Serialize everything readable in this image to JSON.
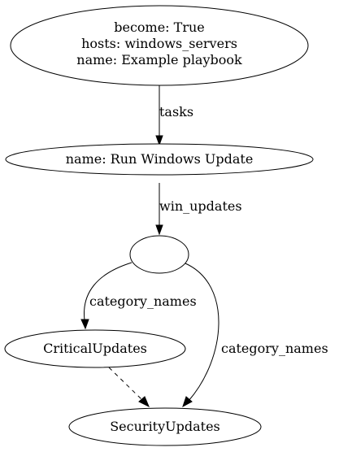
{
  "diagram": {
    "nodes": {
      "playbook": {
        "lines": [
          "become: True",
          "hosts: windows_servers",
          "name: Example playbook"
        ]
      },
      "task": {
        "lines": [
          "name: Run Windows Update"
        ]
      },
      "win_updates_module": {
        "lines": []
      },
      "critical": {
        "lines": [
          "CriticalUpdates"
        ]
      },
      "security": {
        "lines": [
          "SecurityUpdates"
        ]
      }
    },
    "edges": {
      "tasks": {
        "label": "tasks",
        "style": "solid"
      },
      "win_updates": {
        "label": "win_updates",
        "style": "solid"
      },
      "category_names_1": {
        "label": "category_names",
        "style": "solid"
      },
      "category_names_2": {
        "label": "category_names",
        "style": "solid"
      },
      "critical_to_security": {
        "label": "",
        "style": "dashed"
      }
    }
  }
}
